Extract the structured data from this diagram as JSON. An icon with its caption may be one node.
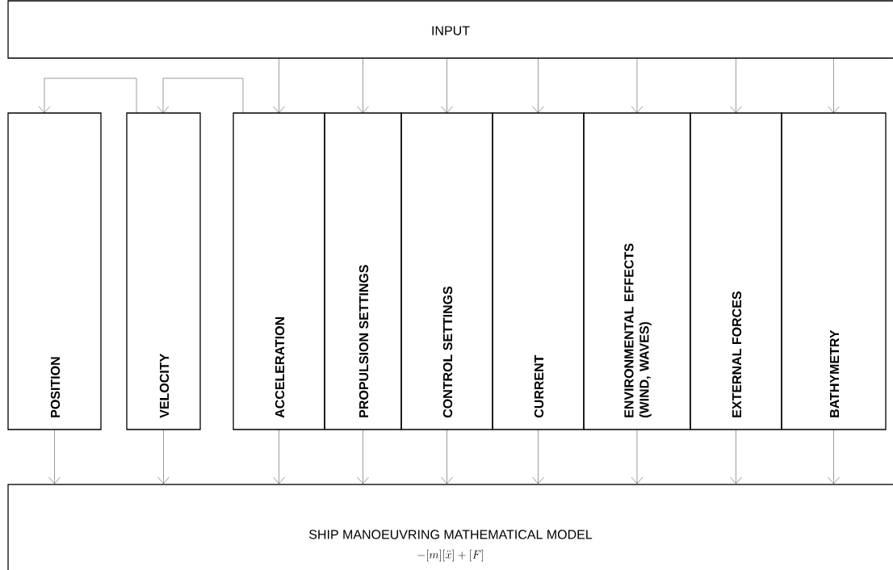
{
  "diagram": {
    "nodes": [
      {
        "text": [
          "INPUT"
        ]
      },
      {
        "text": [
          "POSITION"
        ]
      },
      {
        "text": [
          "VELOCITY"
        ]
      },
      {
        "text": [
          "ACCELERATION"
        ]
      },
      {
        "text": [
          "PROPULSION SETTINGS"
        ]
      },
      {
        "text": [
          "CONTROL SETTINGS"
        ]
      },
      {
        "text": [
          "CURRENT"
        ]
      },
      {
        "text": [
          "ENVIRONMENTAL EFFECTS (WIND, WAVES)"
        ]
      },
      {
        "text": [
          "EXTERNAL FORCES"
        ]
      },
      {
        "text": [
          "BATHYMETRY"
        ]
      },
      {
        "text": [
          "SHIP MANOEUVRING MATHEMATICAL MODEL",
          "-[m][\\ddot{x}]+[F]"
        ]
      }
    ],
    "edges": [
      {
        "from": 0,
        "to": 3,
        "arrow": "to"
      },
      {
        "from": 0,
        "to": 4,
        "arrow": "to"
      },
      {
        "from": 0,
        "to": 5,
        "arrow": "to"
      },
      {
        "from": 0,
        "to": 6,
        "arrow": "to"
      },
      {
        "from": 0,
        "to": 7,
        "arrow": "to"
      },
      {
        "from": 0,
        "to": 8,
        "arrow": "to"
      },
      {
        "from": 0,
        "to": 9,
        "arrow": "to"
      },
      {
        "from": 3,
        "to": 2,
        "arrow": "to"
      },
      {
        "from": 2,
        "to": 1,
        "arrow": "to"
      },
      {
        "from": 1,
        "to": 10,
        "arrow": "to"
      },
      {
        "from": 2,
        "to": 10,
        "arrow": "to"
      },
      {
        "from": 3,
        "to": 10,
        "arrow": "to"
      },
      {
        "from": 4,
        "to": 10,
        "arrow": "to"
      },
      {
        "from": 5,
        "to": 10,
        "arrow": "to"
      },
      {
        "from": 6,
        "to": 10,
        "arrow": "to"
      },
      {
        "from": 7,
        "to": 10,
        "arrow": "to"
      },
      {
        "from": 8,
        "to": 10,
        "arrow": "to"
      },
      {
        "from": 9,
        "to": 10,
        "arrow": "to"
      }
    ]
  }
}
